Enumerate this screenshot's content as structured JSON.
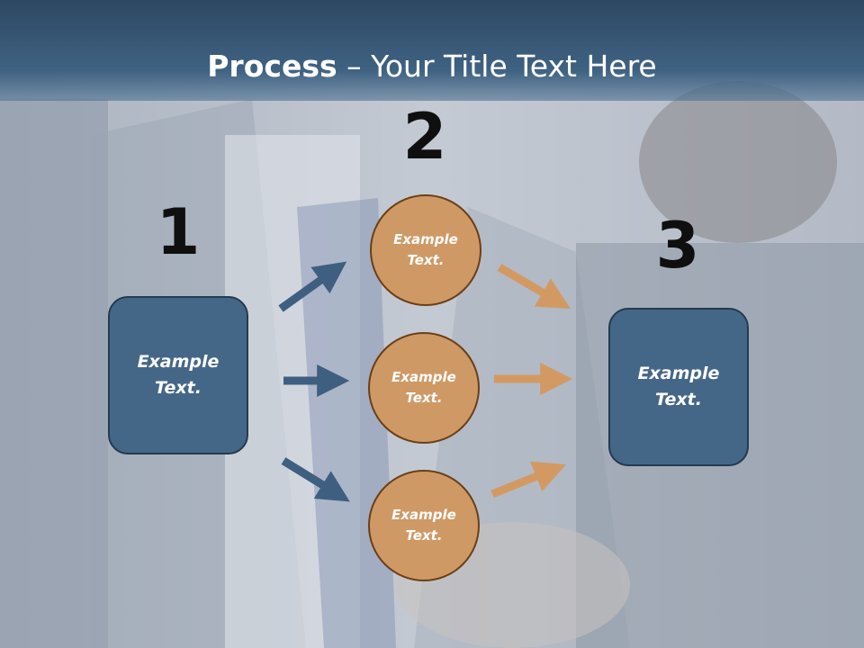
{
  "title": {
    "bold": "Process",
    "rest": " – Your Title Text Here"
  },
  "steps": {
    "one": "1",
    "two": "2",
    "three": "3"
  },
  "left_box": {
    "line1": "Example",
    "line2": "Text."
  },
  "right_box": {
    "line1": "Example",
    "line2": "Text."
  },
  "circles": [
    {
      "line1": "Example",
      "line2": "Text."
    },
    {
      "line1": "Example",
      "line2": "Text."
    },
    {
      "line1": "Example",
      "line2": "Text."
    }
  ],
  "colors": {
    "blue_arrow": "#3e5f80",
    "orange_arrow": "#d29a62",
    "box_fill": "#456787",
    "circle_fill": "#cf9965"
  }
}
